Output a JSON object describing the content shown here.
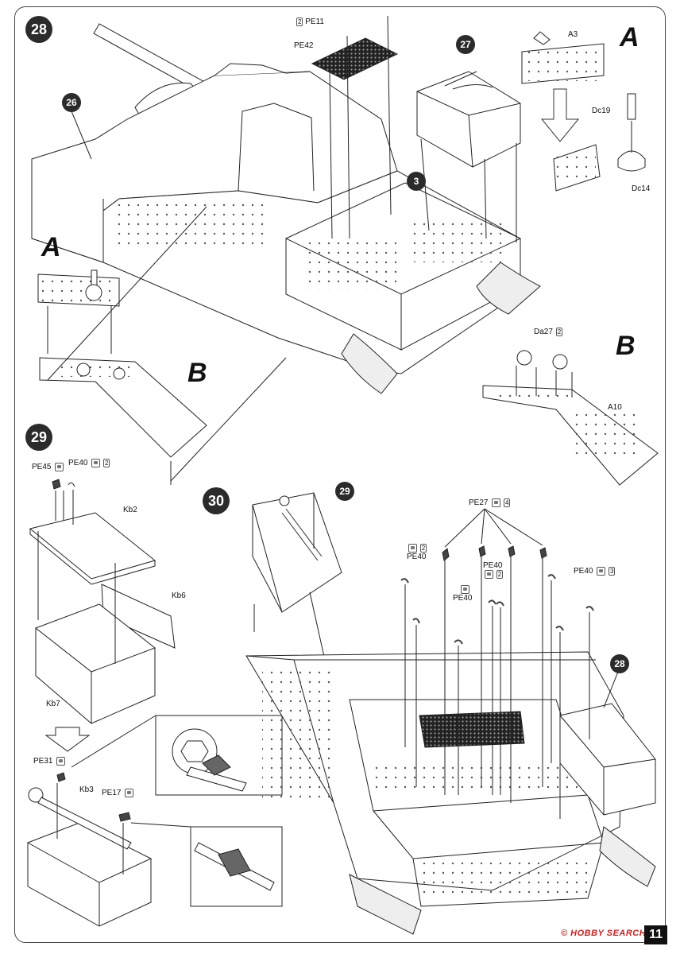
{
  "page": {
    "page_number": "11",
    "watermark": "© HOBBY SEARCH"
  },
  "steps": {
    "s28": "28",
    "s29": "29",
    "s30": "30"
  },
  "sub_refs": {
    "r27": "27",
    "r3": "3",
    "r26": "26",
    "r29": "29",
    "r28": "28"
  },
  "sub_assemblies": {
    "a_top": "A",
    "a_left": "A",
    "b_left": "B",
    "b_right": "B"
  },
  "part_labels": {
    "pe11": "PE11",
    "pe42": "PE42",
    "a3": "A3",
    "dc19": "Dc19",
    "dc14": "Dc14",
    "da27": "Da27",
    "a10": "A10",
    "pe45": "PE45",
    "pe40_29": "PE40",
    "kb2": "Kb2",
    "kb6": "Kb6",
    "kb7": "Kb7",
    "pe31": "PE31",
    "kb3": "Kb3",
    "pe17": "PE17",
    "pe27": "PE27",
    "pe40_a": "PE40",
    "pe40_b": "PE40",
    "pe40_c": "PE40",
    "pe40_d": "PE40"
  },
  "quantities": {
    "pe11": "2",
    "da27": "2",
    "pe40_29": "2",
    "pe27": "4",
    "pe40_a": "2",
    "pe40_c": "2",
    "pe40_d": "3"
  },
  "icons": {
    "photo_etch": "photo-etch-icon",
    "quantity": "quantity-icon"
  }
}
